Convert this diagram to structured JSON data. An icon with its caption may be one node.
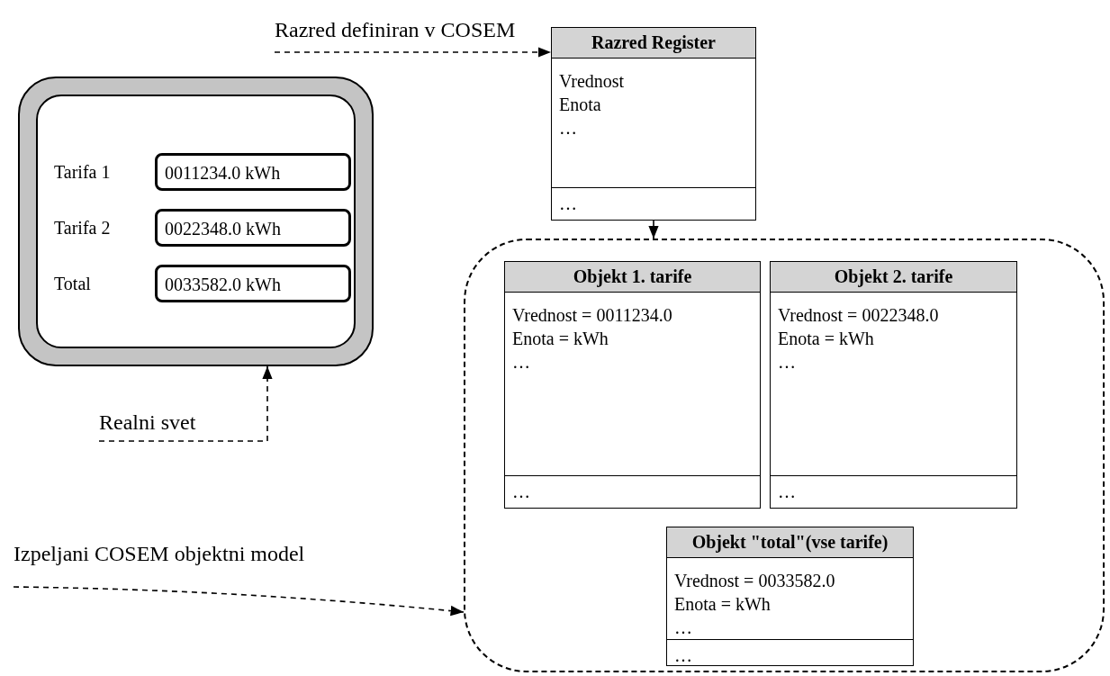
{
  "diagram": {
    "nodes": [
      {
        "text": [],
        "shape": "box"
      },
      {
        "text": [
          "0011234.0 kWh"
        ],
        "in": 0,
        "beside": [
          "Tarifa 1"
        ]
      },
      {
        "text": [
          "0022348.0 kWh"
        ],
        "in": 0,
        "beside": [
          "Tarifa 2"
        ]
      },
      {
        "text": [
          "0033582.0 kWh"
        ],
        "in": 0,
        "beside": [
          "Total"
        ]
      },
      {
        "text": [
          "Realni svet"
        ]
      },
      {
        "text": [
          "Razred definiran v COSEM"
        ]
      },
      {
        "text": [
          "Razred Register",
          "Vrednost",
          "Enota",
          "…",
          "…"
        ]
      },
      {
        "text": [],
        "shape": "box"
      },
      {
        "text": [
          "Objekt 1. tarife",
          "Vrednost = 0011234.0",
          "Enota = kWh",
          "…",
          "…"
        ],
        "in": 7
      },
      {
        "text": [
          "Objekt 2. tarife",
          "Vrednost = 0022348.0",
          "Enota = kWh",
          "…",
          "…"
        ],
        "in": 7
      },
      {
        "text": [
          "Objekt \"total\"(vse tarife)",
          "Vrednost = 0033582.0",
          "Enota = kWh",
          "…",
          "…"
        ],
        "in": 7
      },
      {
        "text": [
          "Izpeljani  COSEM objektni model"
        ]
      }
    ],
    "edges": [
      {
        "from": 4,
        "to": 0,
        "arrow": "to",
        "style": "dashed"
      },
      {
        "from": 5,
        "to": 6,
        "arrow": "to",
        "style": "dashed"
      },
      {
        "from": 6,
        "to": 7,
        "arrow": "to"
      },
      {
        "from": 11,
        "to": 7,
        "arrow": "to",
        "style": "dashed"
      }
    ]
  }
}
